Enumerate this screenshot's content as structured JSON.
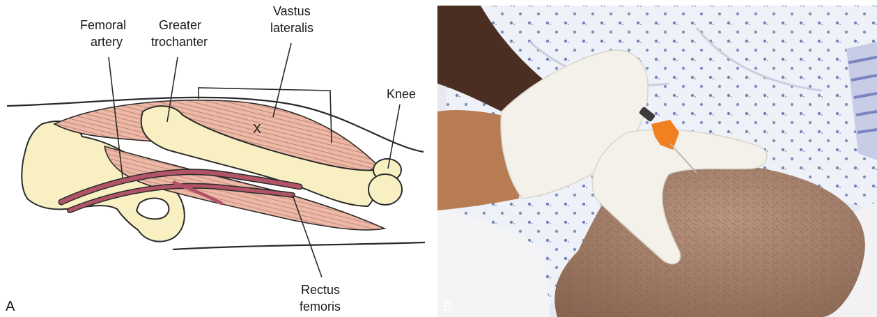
{
  "panel_a": {
    "letter": "A",
    "labels": {
      "femoral_artery": [
        "Femoral",
        "artery"
      ],
      "greater_trochanter": [
        "Greater",
        "trochanter"
      ],
      "vastus_lateralis": [
        "Vastus",
        "lateralis"
      ],
      "knee": "Knee",
      "injection_mark": "X",
      "rectus_femoris": [
        "Rectus",
        "femoris"
      ]
    }
  },
  "panel_b": {
    "letter": "B"
  },
  "colors": {
    "bone": "#f8f0c2",
    "muscle": "#edb8a6",
    "artery": "#b25468",
    "outline": "#2a2a2a",
    "gown": "#eef1f7",
    "gown_dot": "#5a70a8",
    "glove": "#f3f1ea",
    "skin_dark": "#4a2e22",
    "skin_thigh": "#a37f69",
    "needle_hub": "#f08020"
  }
}
